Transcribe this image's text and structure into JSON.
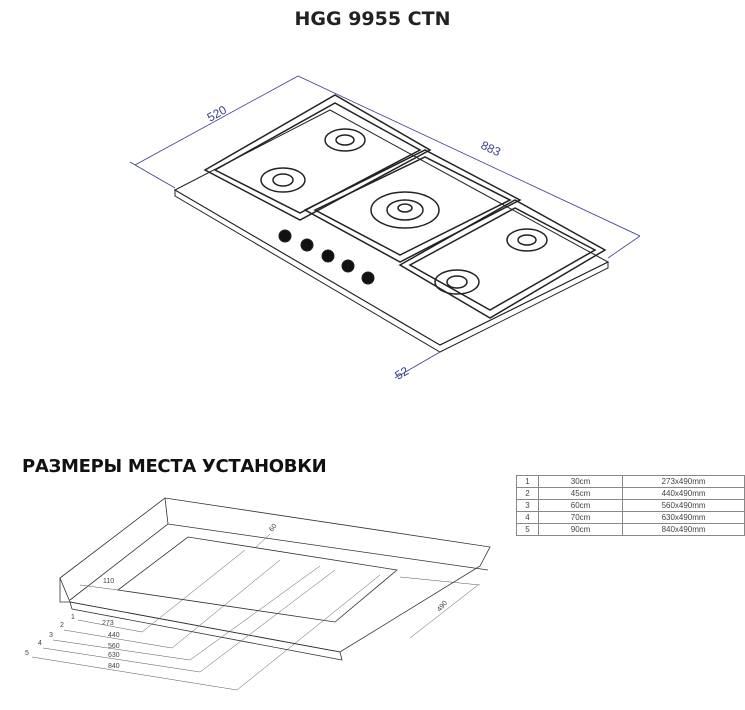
{
  "title": "HGG 9955 CTN",
  "hob_dimensions": {
    "depth": "520",
    "width": "883",
    "height": "52"
  },
  "install_title": "РАЗМЕРЫ МЕСТА УСТАНОВКИ",
  "cutout_dimensions": {
    "offset_side": "110",
    "offset_back": "60",
    "depth": "490",
    "widths": [
      {
        "index": "1",
        "value": "273"
      },
      {
        "index": "2",
        "value": "440"
      },
      {
        "index": "3",
        "value": "560"
      },
      {
        "index": "4",
        "value": "630"
      },
      {
        "index": "5",
        "value": "840"
      }
    ]
  },
  "size_table": [
    {
      "n": "1",
      "size": "30cm",
      "cutout": "273x490mm"
    },
    {
      "n": "2",
      "size": "45cm",
      "cutout": "440x490mm"
    },
    {
      "n": "3",
      "size": "60cm",
      "cutout": "560x490mm"
    },
    {
      "n": "4",
      "size": "70cm",
      "cutout": "630x490mm"
    },
    {
      "n": "5",
      "size": "90cm",
      "cutout": "840x490mm"
    }
  ]
}
